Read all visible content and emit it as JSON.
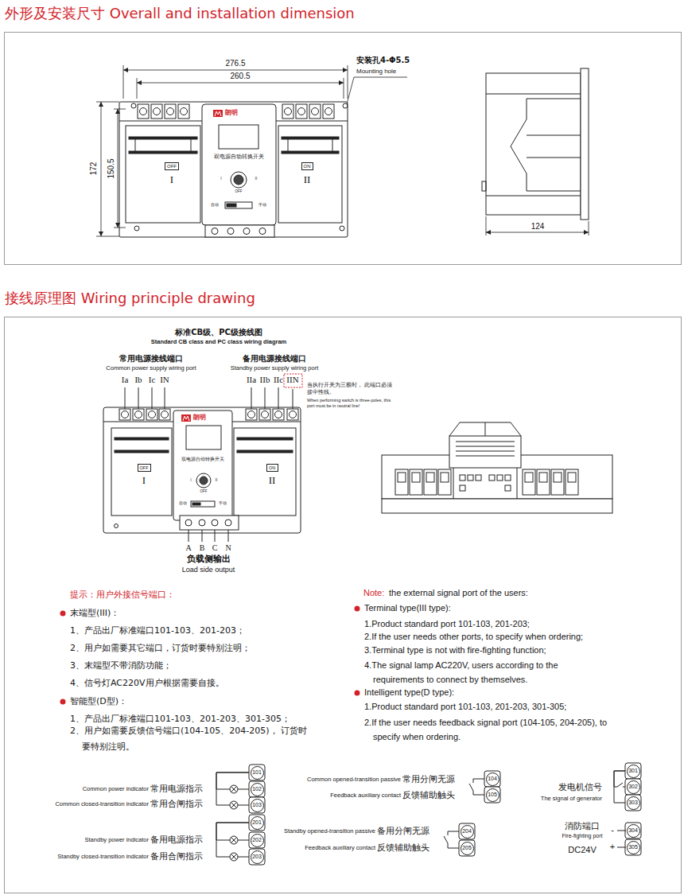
{
  "diagram": {
    "nodes": [
      {
        "text": [
          "外形及安装尺寸 Overall and installation dimension"
        ]
      },
      {
        "text": [
          "接线原理图 Wiring principle drawing"
        ]
      },
      {
        "text": [
          "OFF"
        ],
        "in": 0
      },
      {
        "text": [
          "ON"
        ],
        "in": 0
      },
      {
        "text": [
          "OFF"
        ],
        "in": 1
      },
      {
        "text": [
          "ON"
        ],
        "in": 1
      },
      {
        "text": [
          "101"
        ],
        "in": 1
      },
      {
        "text": [
          "102"
        ],
        "in": 1
      },
      {
        "text": [
          "103"
        ],
        "in": 1
      },
      {
        "text": [
          "201"
        ],
        "in": 1
      },
      {
        "text": [
          "202"
        ],
        "in": 1
      },
      {
        "text": [
          "203"
        ],
        "in": 1
      },
      {
        "text": [
          "104"
        ],
        "in": 1
      },
      {
        "text": [
          "105"
        ],
        "in": 1
      },
      {
        "text": [
          "204"
        ],
        "in": 1
      },
      {
        "text": [
          "205"
        ],
        "in": 1
      },
      {
        "text": [
          "301"
        ],
        "in": 1
      },
      {
        "text": [
          "302"
        ],
        "in": 1
      },
      {
        "text": [
          "303"
        ],
        "in": 1
      },
      {
        "text": [
          "304"
        ],
        "in": 1
      },
      {
        "text": [
          "305"
        ],
        "in": 1
      }
    ],
    "edges": [
      {
        "from": 6,
        "to": 7,
        "arrow": "none"
      },
      {
        "from": 6,
        "to": 8,
        "arrow": "none"
      },
      {
        "from": 9,
        "to": 10,
        "arrow": "none"
      },
      {
        "from": 9,
        "to": 11,
        "arrow": "none"
      },
      {
        "from": 12,
        "to": 13,
        "arrow": "none"
      },
      {
        "from": 14,
        "to": 15,
        "arrow": "none"
      },
      {
        "from": 16,
        "to": 17,
        "arrow": "none"
      },
      {
        "from": 16,
        "to": 18,
        "arrow": "none"
      }
    ],
    "labels": [
      "276.5",
      "260.5",
      "安装孔4-Φ5.5",
      "Mounting hole",
      "172",
      "150.5",
      "124",
      "朗明",
      "双电源自动转换开关",
      "I",
      "II",
      "OFF",
      "自动",
      "手动",
      "I",
      "II",
      "标准CB级、PC级接线图",
      "Standard CB class and PC class wiring diagram",
      "常用电源接线端口",
      "Common power supply wiring port",
      "备用电源接线端口",
      "Standby power supply wiring port",
      "Ia",
      "Ib",
      "Ic",
      "IN",
      "IIa",
      "IIb",
      "IIc",
      "IIN",
      "当执行开关为三极时， 此端口必须接中性线。",
      "When performing switch is three-poles, this port must be in neutral line!",
      "朗明",
      "双电源自动转换开关",
      "I",
      "II",
      "OFF",
      "自动",
      "手动",
      "I",
      "II",
      "A",
      "B",
      "C",
      "N",
      "负载侧输出",
      "Load side output",
      "提示：用户外接信号端口：",
      "末端型(III)：",
      "1、产品出厂标准端口101-103、201-203；",
      "2、用户如需要其它端口，订货时要特别注明；",
      "3、末端型不带消防功能；",
      "4、信号灯AC220V用户根据需要自接。",
      "智能型(D型)：",
      "1、产品出厂标准端口101-103、201-203、301-305；",
      "2、用户如需要反馈信号端口(104-105、204-205)， 订货时要特别注明。",
      "Note:",
      "the external signal port of the users:",
      "Terminal type(III type):",
      "1.Product standard port 101-103, 201-203;",
      "2.If the user needs other ports, to specify when ordering;",
      "3.Terminal type is not with fire-fighting function;",
      "4.The signal lamp AC220V, users according to the requirements to connect by themselves.",
      "Intelligent type(D type):",
      "1.Product standard port 101-103, 201-203, 301-305;",
      "2.If the user needs feedback signal port (104-105, 204-205), to specify when ordering.",
      "Common power indicator",
      "常用电源指示",
      "Common closed-transition indicator",
      "常用合闸指示",
      "Standby power indicator",
      "备用电源指示",
      "Standby closed-transition indicator",
      "备用合闸指示",
      "Common opened-transition passive",
      "常用分闸无源",
      "Feedback auxiliary contact",
      "反馈辅助触头",
      "Standby opened-transition passive",
      "备用分闸无源",
      "Feedback auxiliary contact",
      "反馈辅助触头",
      "发电机信号",
      "The signal of generator",
      "消防端口",
      "Fire-fighting port",
      "DC24V",
      "-",
      "+"
    ]
  }
}
